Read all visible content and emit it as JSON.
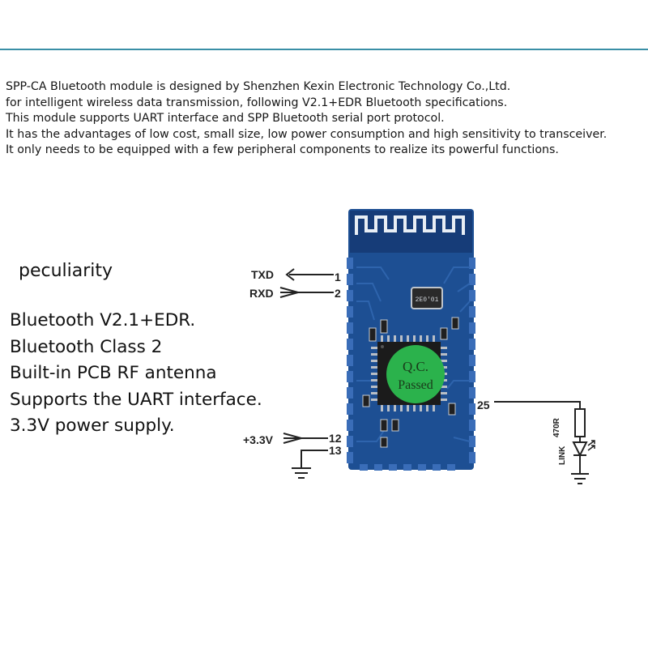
{
  "intro_lines": [
    "SPP-CA Bluetooth module is designed by Shenzhen Kexin Electronic Technology Co.,Ltd.",
    " for intelligent wireless data transmission, following V2.1+EDR Bluetooth specifications.",
    "This module supports UART interface and SPP Bluetooth serial port protocol.",
    "It has the advantages of low cost, small size, low power consumption and high sensitivity to transceiver.",
    "It only needs to be equipped with a few peripheral components to realize its powerful functions."
  ],
  "features_title": "peculiarity",
  "features": [
    "Bluetooth V2.1+EDR.",
    "Bluetooth Class 2",
    "Built-in PCB RF antenna",
    "Supports the UART interface.",
    "3.3V power supply."
  ],
  "diagram": {
    "txd_label": "TXD",
    "rxd_label": "RXD",
    "vcc_label": "+3.3V",
    "pin_tx": "1",
    "pin_rx": "2",
    "pin_vcc": "12",
    "pin_gnd": "13",
    "pin_led": "25",
    "resistor_label": "470R",
    "led_label": "LINK",
    "crystal_marking": "2E0'01",
    "qc_line1": "Q.C.",
    "qc_line2": "Passed"
  },
  "colors": {
    "pcb_blue": "#1d4f93",
    "pcb_dark": "#163c78",
    "trace": "#2e64ad",
    "qc_green": "#2bb24c",
    "rule": "#3a8fa6"
  }
}
